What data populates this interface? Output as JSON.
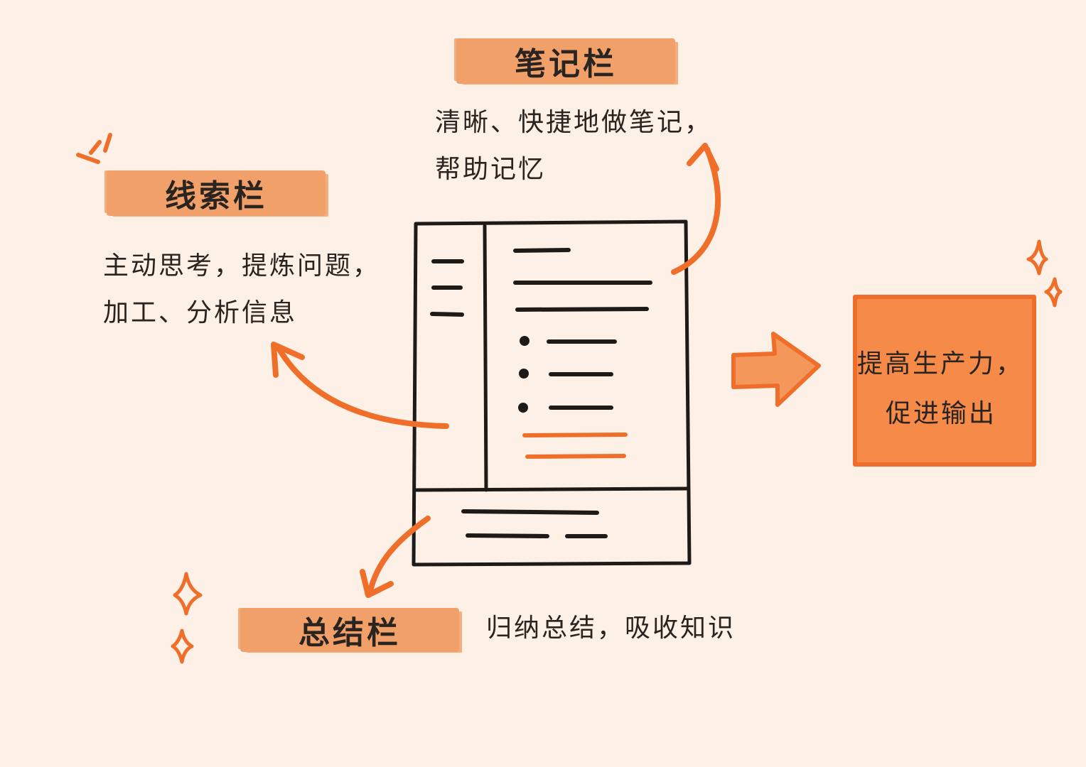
{
  "cue_column": {
    "title": "线索栏",
    "desc_line1": "主动思考，提炼问题，",
    "desc_line2": "加工、分析信息"
  },
  "note_column": {
    "title": "笔记栏",
    "desc_line1": "清晰、快捷地做笔记，",
    "desc_line2": "帮助记忆"
  },
  "summary_column": {
    "title": "总结栏",
    "desc": "归纳总结，吸收知识"
  },
  "output": {
    "line1": "提高生产力，",
    "line2": "促进输出"
  },
  "colors": {
    "background": "#fdf0e6",
    "accent": "#ef6f2a",
    "tag": "#f2a06a",
    "ink": "#1e1a18"
  }
}
